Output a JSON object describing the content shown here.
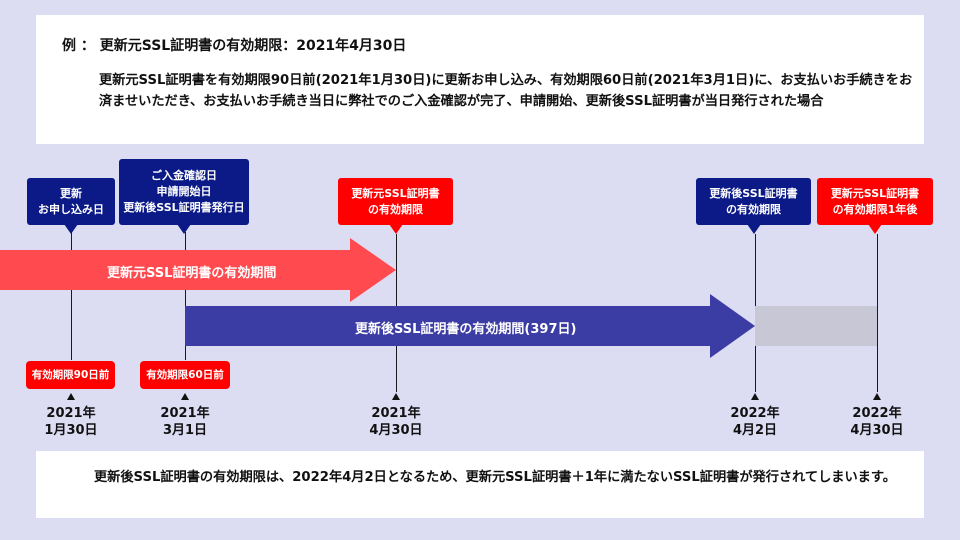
{
  "header": {
    "example": "例 ： 更新元SSL証明書の有効期限：2021年4月30日",
    "description": "更新元SSL証明書を有効期限90日前(2021年1月30日)に更新お申し込み、有効期限60日前(2021年3月1日)に、お支払いお手続きをお済ませいただき、お支払いお手続き当日に弊社でのご入金確認が完了、申請開始、更新後SSL証明書が当日発行された場合"
  },
  "callouts": {
    "apply": [
      "更新",
      "お申し込み日"
    ],
    "confirm": [
      "ご入金確認日",
      "申請開始日",
      "更新後SSL証明書発行日"
    ],
    "old_expiry": [
      "更新元SSL証明書",
      "の有効期限"
    ],
    "new_expiry": [
      "更新後SSL証明書",
      "の有効期限"
    ],
    "old_plus_one": [
      "更新元SSL証明書",
      "の有効期限1年後"
    ]
  },
  "bars": {
    "old": "更新元SSL証明書の有効期間",
    "new": "更新後SSL証明書の有効期間(397日)"
  },
  "pills": {
    "d90": "有効期限90日前",
    "d60": "有効期限60日前"
  },
  "dates": {
    "d1": [
      "2021年",
      "1月30日"
    ],
    "d2": [
      "2021年",
      "3月1日"
    ],
    "d3": [
      "2021年",
      "4月30日"
    ],
    "d4": [
      "2022年",
      "4月2日"
    ],
    "d5": [
      "2022年",
      "4月30日"
    ]
  },
  "footer": {
    "note": "更新後SSL証明書の有効期限は、2022年4月2日となるため、更新元SSL証明書＋1年に満たないSSL証明書が発行されてしまいます。"
  },
  "colors": {
    "background": "#dcdcf3",
    "red": "#ff0000",
    "old_bar": "#ff4a50",
    "new_bar": "#3c3ca5",
    "navy": "#0b1a86",
    "gray_band": "#c7c7d6"
  }
}
